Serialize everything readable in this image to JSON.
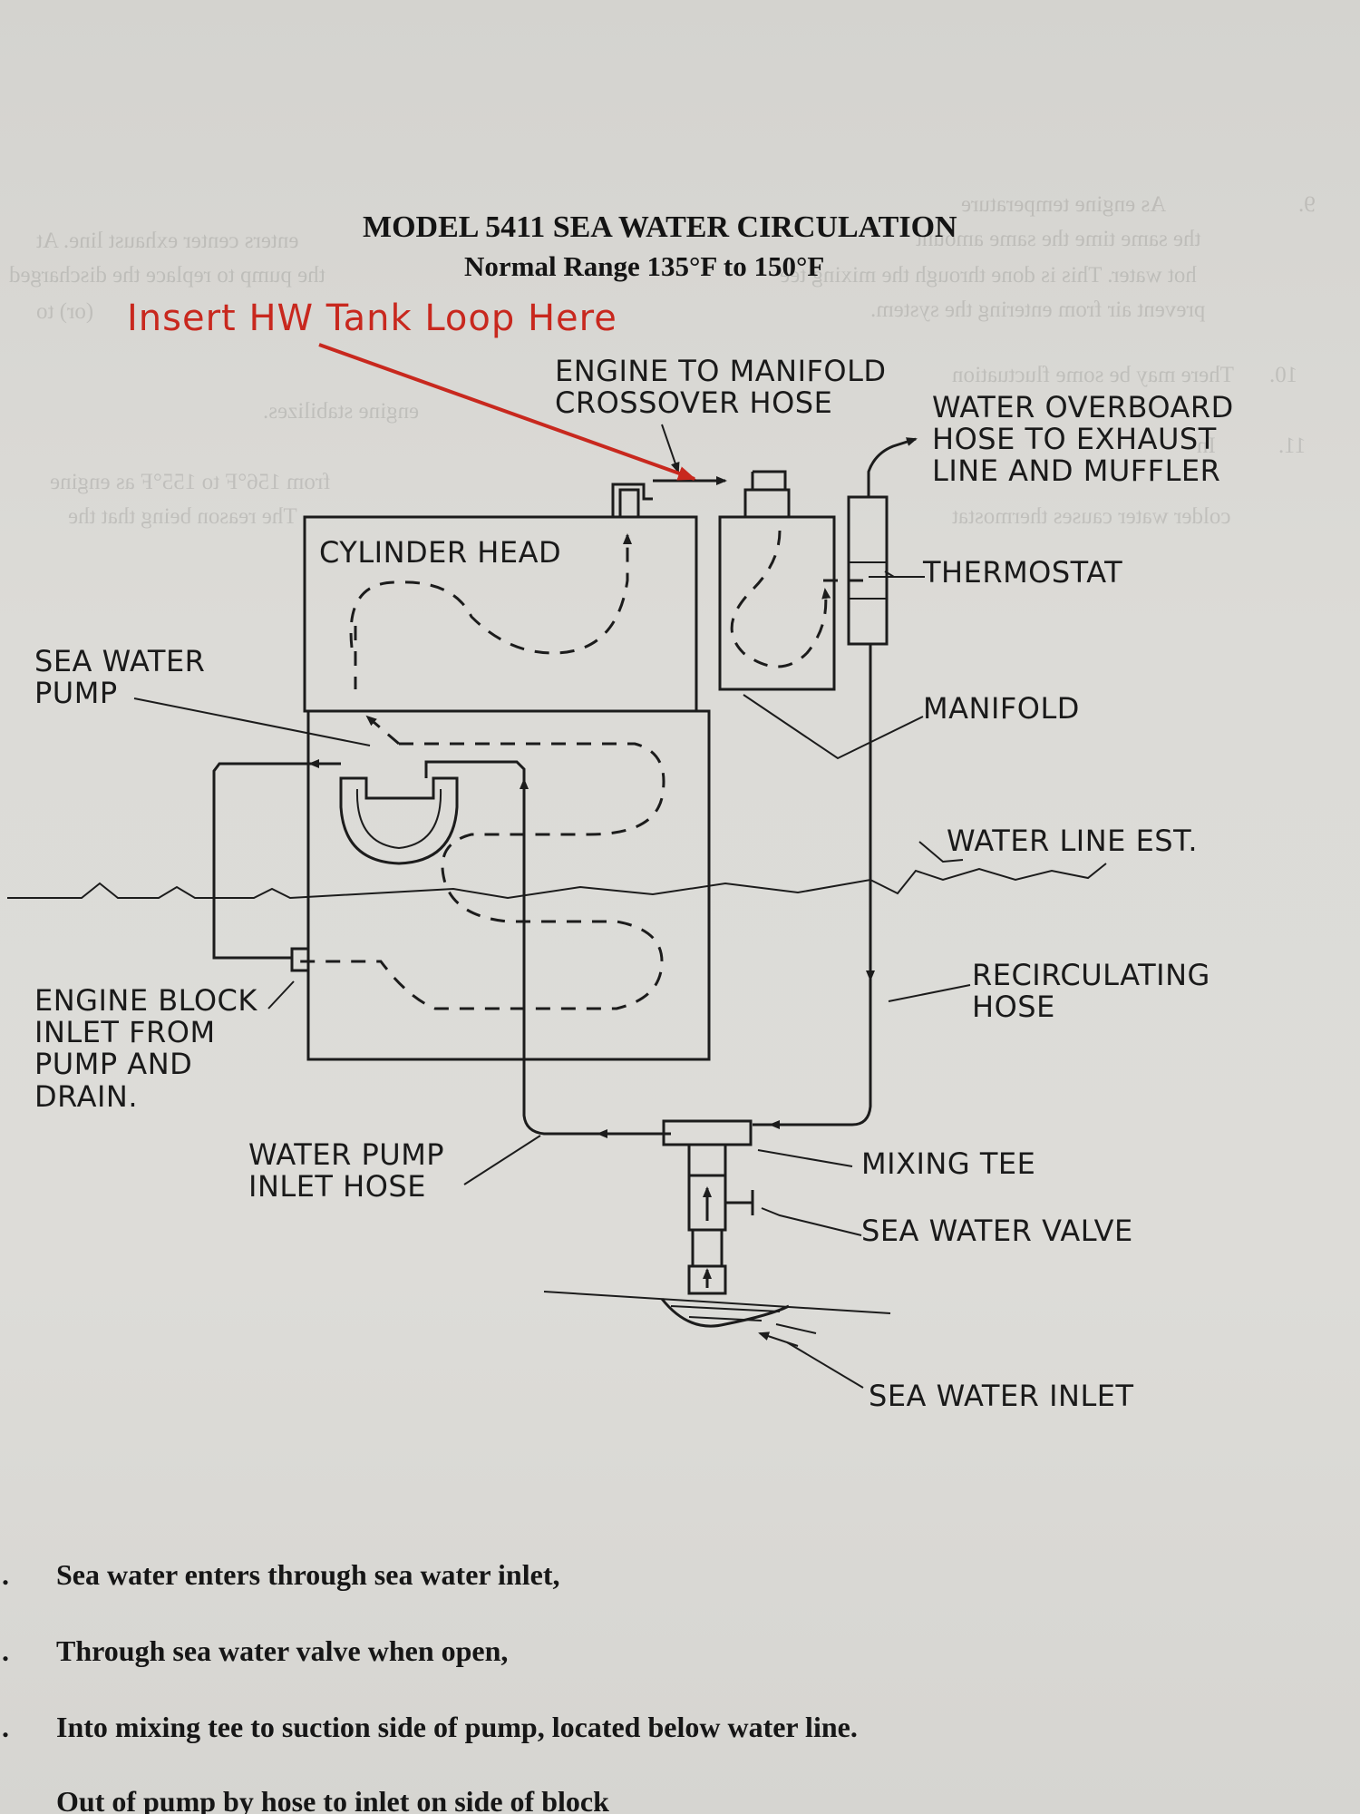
{
  "document": {
    "title": "MODEL 5411 SEA WATER CIRCULATION",
    "subtitle": "Normal Range 135°F to 150°F"
  },
  "annotation": {
    "text": "Insert HW Tank Loop Here",
    "color": "#c8281e"
  },
  "labels": {
    "crossover": [
      "ENGINE TO MANIFOLD",
      "CROSSOVER HOSE"
    ],
    "overboard": [
      "WATER OVERBOARD",
      "HOSE TO EXHAUST",
      "LINE AND MUFFLER"
    ],
    "cylinder_head": "CYLINDER HEAD",
    "thermostat": "THERMOSTAT",
    "sea_water_pump": [
      "SEA WATER",
      "PUMP"
    ],
    "manifold": "MANIFOLD",
    "water_line": "WATER LINE EST.",
    "recirculating": [
      "RECIRCULATING",
      "HOSE"
    ],
    "engine_block_inlet": [
      "ENGINE BLOCK",
      "INLET FROM",
      "PUMP AND",
      "DRAIN."
    ],
    "water_pump_inlet": [
      "WATER PUMP",
      "INLET HOSE"
    ],
    "mixing_tee": "MIXING TEE",
    "sea_water_valve": "SEA WATER VALVE",
    "sea_water_inlet": "SEA WATER INLET"
  },
  "steps": [
    {
      "num": ".",
      "text": "Sea water enters through sea water inlet,"
    },
    {
      "num": ".",
      "text": "Through sea water valve when open,"
    },
    {
      "num": ".",
      "text": "Into mixing tee to suction side of pump, located below water line."
    },
    {
      "num": "",
      "text": "Out of pump by hose to inlet on side of block"
    }
  ],
  "bleed_through": [
    "As engine temperature",
    "the same time the same amount",
    "hot water. This is done through the mixing tee",
    "prevent air from entering the system.",
    "There may be some fluctuation",
    "In",
    "colder water causes thermostat",
    "9.",
    "10.",
    "11.",
    "enters center exhaust line. At",
    "the pump to replace the discharged",
    "(or) to",
    "engine stabilizes.",
    "from 156°F to 155°F as engine",
    "The reason being that the"
  ]
}
